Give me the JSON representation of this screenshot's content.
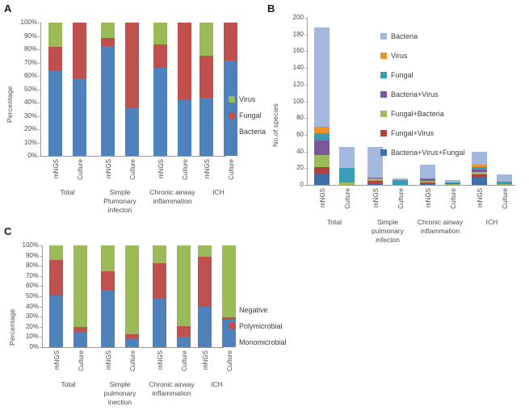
{
  "panels": {
    "a": {
      "letter": "A"
    },
    "b": {
      "letter": "B"
    },
    "c": {
      "letter": "C"
    }
  },
  "chart_data": [
    {
      "id": "panel-a",
      "type": "bar",
      "stacked": true,
      "title": "A",
      "xlabel": "",
      "ylabel": "Percentage",
      "ylim": [
        0,
        100
      ],
      "yticks": [
        "0%",
        "10%",
        "20%",
        "30%",
        "40%",
        "50%",
        "60%",
        "70%",
        "80%",
        "90%",
        "100%"
      ],
      "groups": [
        {
          "name": "Total",
          "lines": [
            "Total"
          ]
        },
        {
          "name": "Simple Plumonary infecton",
          "lines": [
            "Simple",
            "Plumonary",
            "infecton"
          ]
        },
        {
          "name": "Chronic airway inflammation",
          "lines": [
            "Chronic airway",
            "inflammation"
          ]
        },
        {
          "name": "ICH",
          "lines": [
            "ICH"
          ]
        }
      ],
      "categories": [
        "mNGS",
        "Culture",
        "mNGS",
        "Culture",
        "mNGS",
        "Culture",
        "mNGS",
        "Culture"
      ],
      "legend_position": "right",
      "series": [
        {
          "name": "Bacteria",
          "color": "#4f81bd",
          "values": [
            63.6,
            58.3,
            82.4,
            36.6,
            66.0,
            42.3,
            43.9,
            71.3
          ]
        },
        {
          "name": "Fungal",
          "color": "#c0504d",
          "values": [
            18.2,
            41.7,
            6.2,
            63.4,
            17.4,
            57.7,
            31.0,
            28.7
          ]
        },
        {
          "name": "Virus",
          "color": "#9bbb59",
          "values": [
            18.2,
            0.0,
            11.4,
            0.0,
            16.6,
            0.0,
            25.1,
            0.0
          ]
        }
      ]
    },
    {
      "id": "panel-b",
      "type": "bar",
      "stacked": true,
      "title": "B",
      "xlabel": "",
      "ylabel": "No.of species",
      "ylim": [
        0,
        200
      ],
      "yticks": [
        "0",
        "20",
        "40",
        "60",
        "80",
        "100",
        "120",
        "140",
        "160",
        "180",
        "200"
      ],
      "groups": [
        {
          "name": "Total",
          "lines": [
            "Total"
          ]
        },
        {
          "name": "Simple pulmonary infecton",
          "lines": [
            "Simple",
            "pulmonary",
            "infecton"
          ]
        },
        {
          "name": "Chronic airway inflammation",
          "lines": [
            "Chronic airway",
            "inflammation"
          ]
        },
        {
          "name": "ICH",
          "lines": [
            "ICH"
          ]
        }
      ],
      "categories": [
        "mNGS",
        "Culture",
        "mNGS",
        "Culture",
        "mNGS",
        "Culture",
        "mNGS",
        "Culture"
      ],
      "legend_position": "inside-right",
      "series": [
        {
          "name": "Bacteria+Virus+Fungal",
          "color": "#3f6fa8",
          "values": [
            14,
            0,
            2,
            0,
            2,
            0,
            9,
            0
          ]
        },
        {
          "name": "Fungal+Virus",
          "color": "#b0413e",
          "values": [
            7,
            0,
            3,
            0,
            1,
            0,
            4,
            0
          ]
        },
        {
          "name": "Fungal+Bacteria",
          "color": "#9bbb59",
          "values": [
            15,
            3,
            3,
            0,
            2,
            1,
            2,
            1
          ]
        },
        {
          "name": "Bacteria+Virus",
          "color": "#7a589b",
          "values": [
            17,
            0,
            1,
            0,
            2,
            1,
            3,
            0
          ]
        },
        {
          "name": "Fungal",
          "color": "#3a9db5",
          "values": [
            9,
            17,
            0,
            6,
            1,
            1,
            3,
            3
          ]
        },
        {
          "name": "Virus",
          "color": "#f0922b",
          "values": [
            8,
            0,
            0,
            0,
            0,
            0,
            3,
            0
          ]
        },
        {
          "name": "Bacteria",
          "color": "#a3b8dc",
          "values": [
            118,
            25,
            36,
            2,
            16,
            3,
            16,
            9
          ]
        }
      ]
    },
    {
      "id": "panel-c",
      "type": "bar",
      "stacked": true,
      "title": "C",
      "xlabel": "",
      "ylabel": "Percentage",
      "ylim": [
        0,
        100
      ],
      "yticks": [
        "0%",
        "10%",
        "20%",
        "30%",
        "40%",
        "50%",
        "60%",
        "70%",
        "80%",
        "90%",
        "100%"
      ],
      "groups": [
        {
          "name": "Total",
          "lines": [
            "Total"
          ]
        },
        {
          "name": "Simple pulmonary inection",
          "lines": [
            "Simple",
            "pulmonary",
            "inection"
          ]
        },
        {
          "name": "Chronic airway inflammation",
          "lines": [
            "Chronic airway",
            "inflammation"
          ]
        },
        {
          "name": "ICH",
          "lines": [
            "ICH"
          ]
        }
      ],
      "categories": [
        "mNGS",
        "Culture",
        "mNGS",
        "Culture",
        "mNGS",
        "Culture",
        "mNGS",
        "Culture"
      ],
      "legend_position": "right",
      "series": [
        {
          "name": "Monomicrobial",
          "color": "#4f81bd",
          "values": [
            51.0,
            15.0,
            56.5,
            9.0,
            47.8,
            10.2,
            39.5,
            26.8
          ]
        },
        {
          "name": "Polymicrobial",
          "color": "#c0504d",
          "values": [
            35.0,
            5.0,
            18.5,
            4.0,
            35.0,
            10.5,
            49.5,
            2.2
          ]
        },
        {
          "name": "Negative",
          "color": "#9bbb59",
          "values": [
            14.0,
            80.0,
            25.0,
            87.0,
            17.2,
            79.3,
            11.0,
            71.0
          ]
        }
      ]
    }
  ]
}
